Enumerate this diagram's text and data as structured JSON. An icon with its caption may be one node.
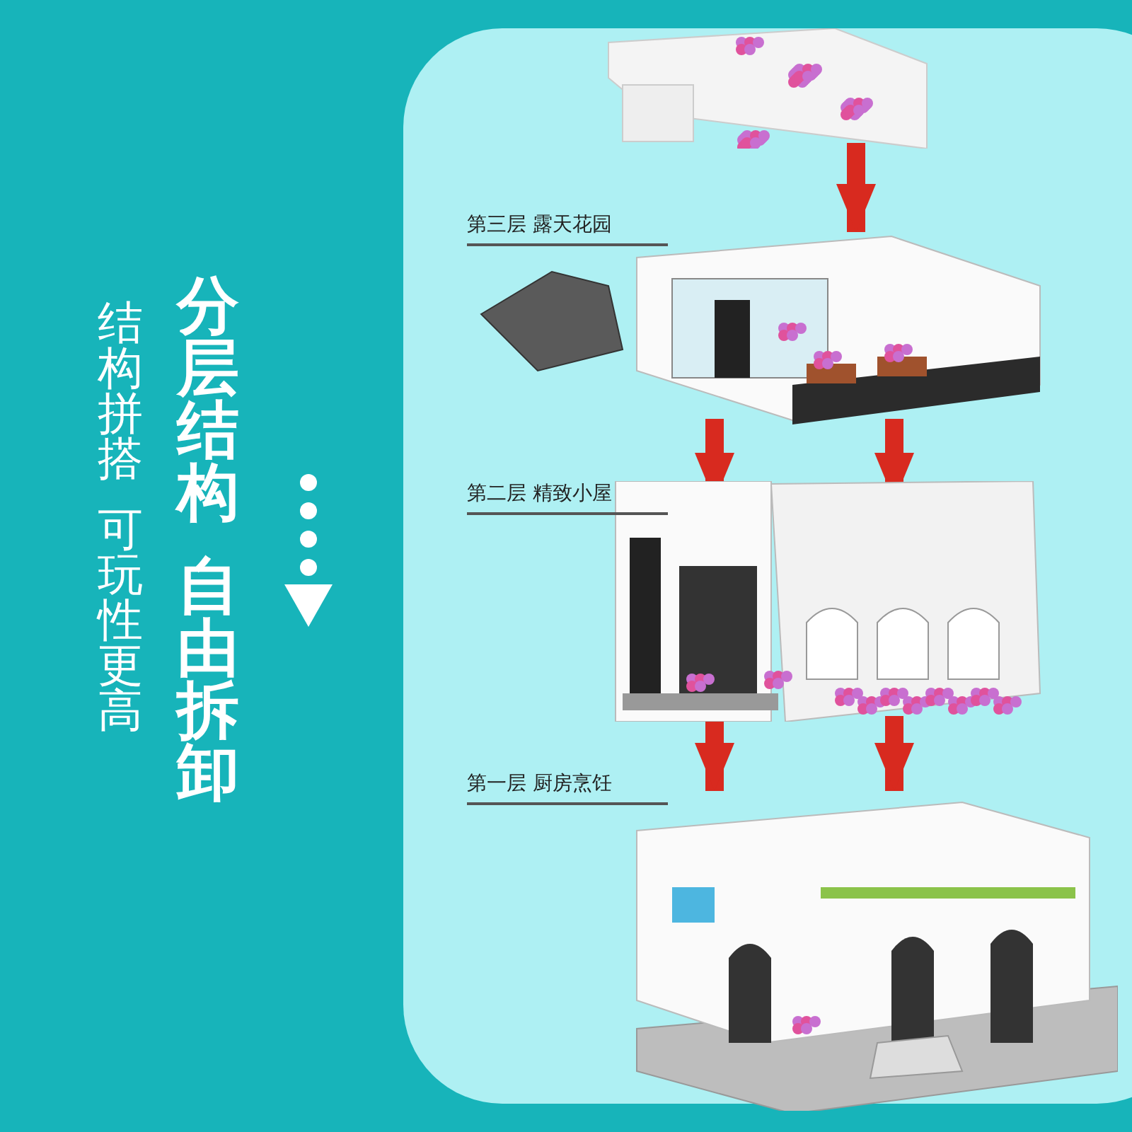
{
  "diagram": {
    "title": "分层结构",
    "nodes": [
      {
        "text": [],
        "shape": "picture"
      },
      {
        "text": [
          "第三层 露天花园"
        ]
      },
      {
        "text": [
          "第二层 精致小屋"
        ]
      },
      {
        "text": [
          "第一层 厨房烹饪"
        ]
      }
    ],
    "edges": [
      {
        "from": 0,
        "to": 1,
        "arrow": "to"
      },
      {
        "from": 1,
        "to": 2,
        "arrow": "to"
      },
      {
        "from": 1,
        "to": 2,
        "arrow": "to"
      },
      {
        "from": 2,
        "to": 3,
        "arrow": "to"
      },
      {
        "from": 2,
        "to": 3,
        "arrow": "to"
      }
    ],
    "labels": [
      "自由拆卸",
      "结构拼搭",
      "可玩性更高"
    ]
  }
}
